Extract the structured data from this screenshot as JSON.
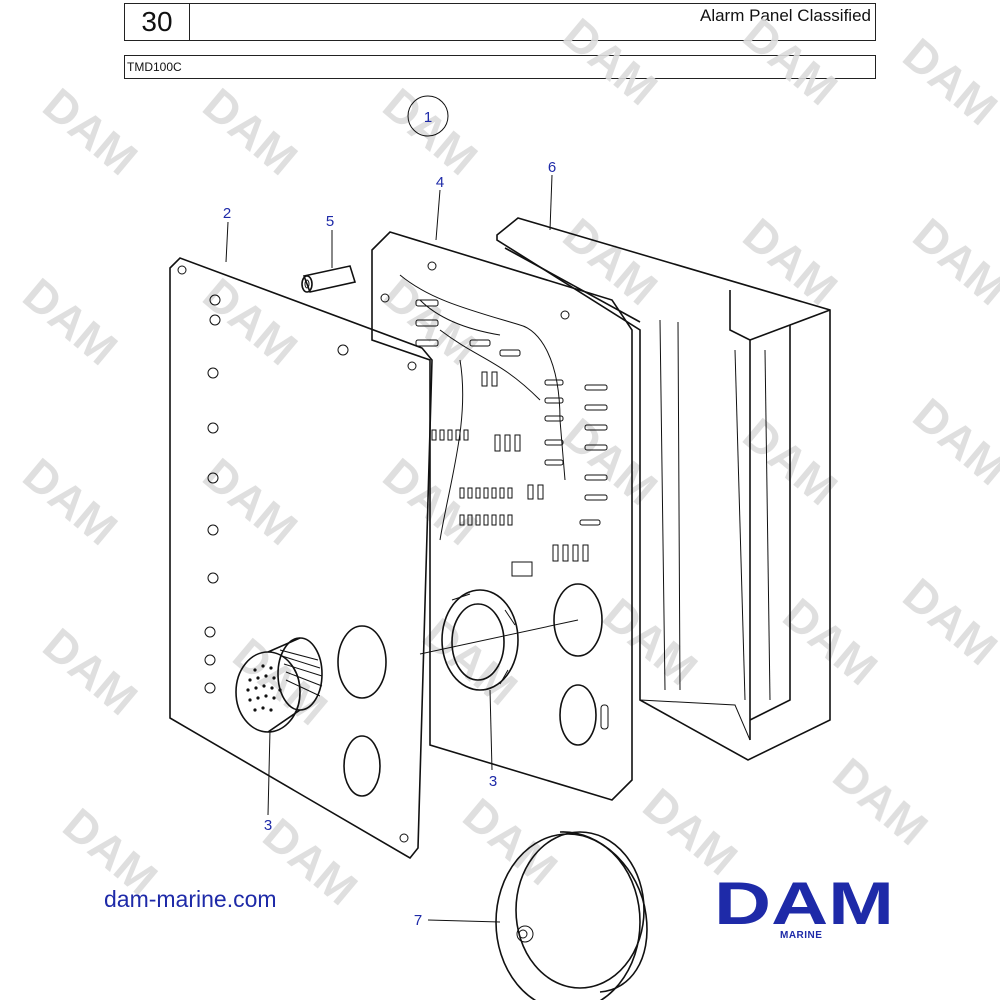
{
  "header": {
    "section_number": "30",
    "title": "Alarm Panel Classified",
    "model": "TMD100C"
  },
  "diagram": {
    "group_label": "1",
    "callouts": {
      "c2": "2",
      "c3a": "3",
      "c3b": "3",
      "c4": "4",
      "c5": "5",
      "c6": "6",
      "c7": "7"
    }
  },
  "watermark": {
    "text": "DAM"
  },
  "footer": {
    "website": "dam-marine.com",
    "logo_text": "DAM",
    "logo_subtext": "MARINE",
    "brand_color": "#1e2aa8"
  }
}
